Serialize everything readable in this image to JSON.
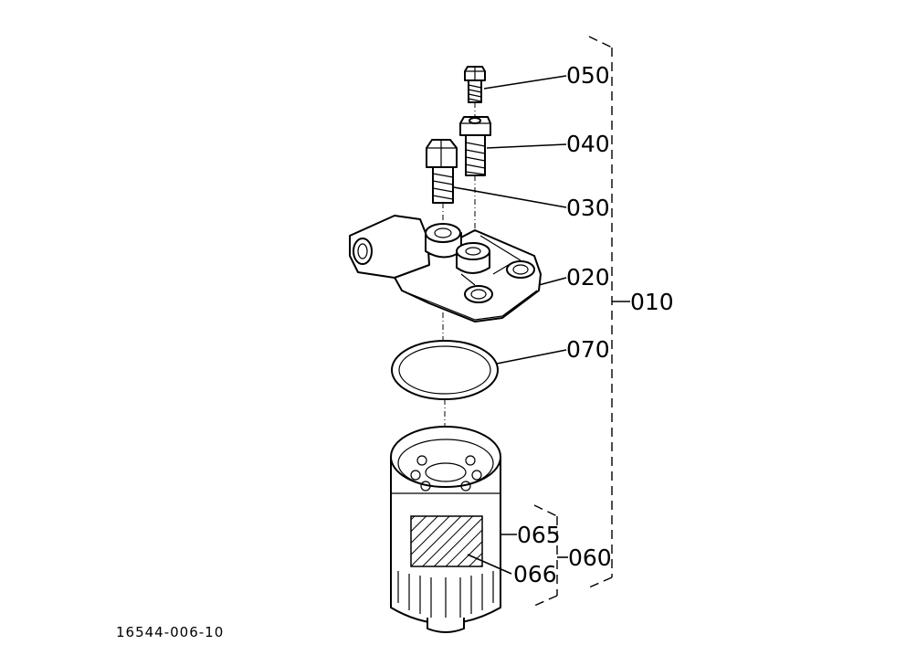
{
  "labels": {
    "l050": "050",
    "l040": "040",
    "l030": "030",
    "l020": "020",
    "l010": "010",
    "l070": "070",
    "l065": "065",
    "l066": "066",
    "l060": "060"
  },
  "drawing_code": "16544-006-10"
}
